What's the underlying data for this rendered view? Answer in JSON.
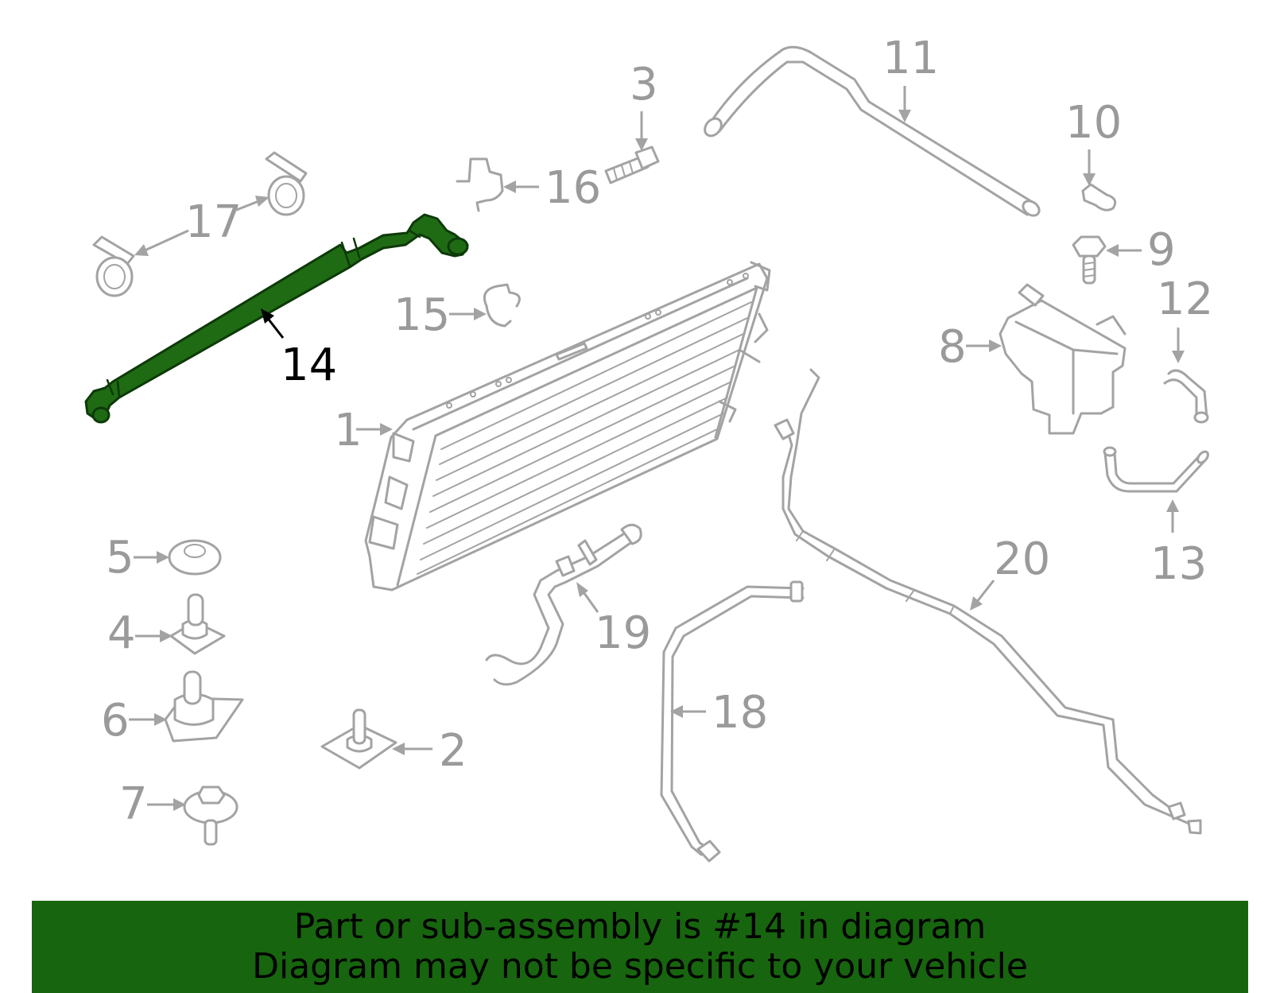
{
  "callouts": {
    "c1": "1",
    "c2": "2",
    "c3": "3",
    "c4": "4",
    "c5": "5",
    "c6": "6",
    "c7": "7",
    "c8": "8",
    "c9": "9",
    "c10": "10",
    "c11": "11",
    "c12": "12",
    "c13": "13",
    "c14": "14",
    "c15": "15",
    "c16": "16",
    "c17": "17",
    "c18": "18",
    "c19": "19",
    "c20": "20"
  },
  "highlighted_part": "14",
  "colors": {
    "highlight": "#1f6b14",
    "banner": "#17650e",
    "line_art": "#a3a3a3"
  },
  "banner": {
    "line1": "Part or sub-assembly is #14 in diagram",
    "line2": "Diagram may not be specific to your vehicle"
  }
}
